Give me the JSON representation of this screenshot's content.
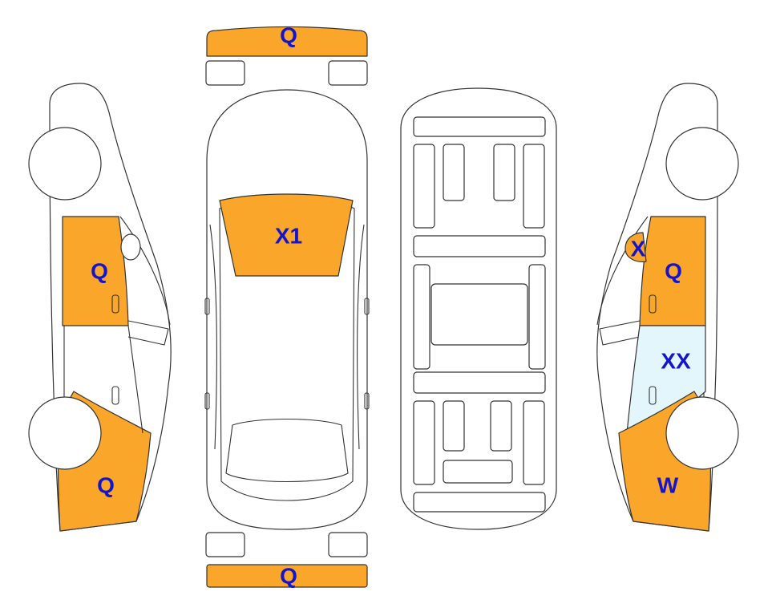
{
  "colors": {
    "damage_q": "#FAA62A",
    "damage_xx": "#E3F6FC",
    "label": "#1414CC",
    "outline": "#333333"
  },
  "views": {
    "left_side": {
      "front_door": "Q",
      "rear_quarter": "Q"
    },
    "top": {
      "front_bumper": "Q",
      "rear_bumper": "Q",
      "roof": "X1"
    },
    "right_side": {
      "mirror": "X",
      "front_door": "Q",
      "rear_door": "XX",
      "rear_quarter": "W"
    }
  }
}
